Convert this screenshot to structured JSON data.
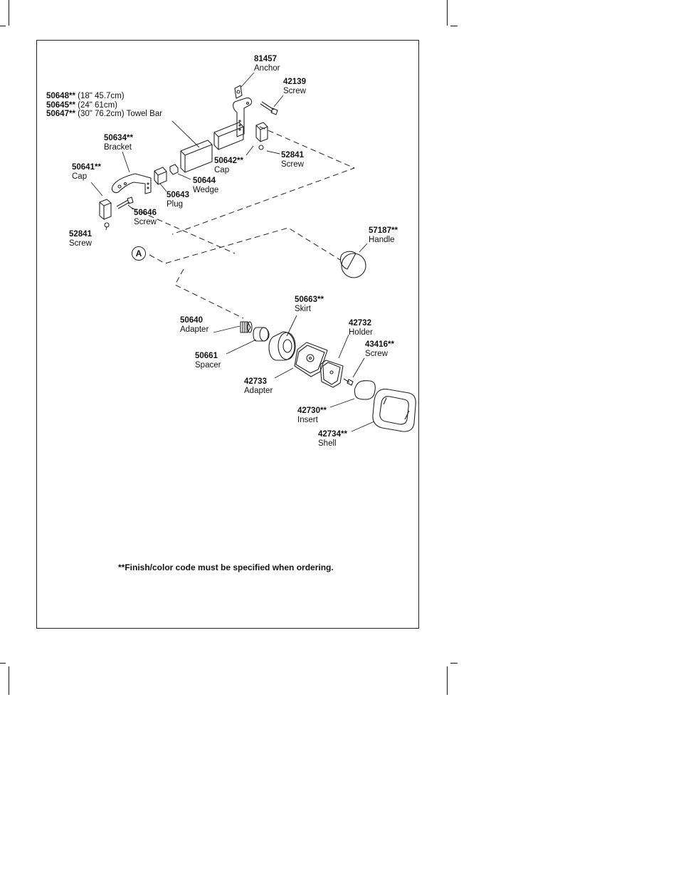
{
  "diagram": {
    "note": "**Finish/color code must be specified when ordering.",
    "circle_marker": "A",
    "towel_bar_lines": [
      {
        "part": "50648**",
        "desc": "(18\" 45.7cm)"
      },
      {
        "part": "50645**",
        "desc": "(24\" 61cm)"
      },
      {
        "part": "50647**",
        "desc": "(30\" 76.2cm) Towel Bar"
      }
    ],
    "parts": {
      "anchor": {
        "number": "81457",
        "name": "Anchor"
      },
      "screw_42139": {
        "number": "42139",
        "name": "Screw"
      },
      "bracket": {
        "number": "50634**",
        "name": "Bracket"
      },
      "cap_50641": {
        "number": "50641**",
        "name": "Cap"
      },
      "cap_50642": {
        "number": "50642**",
        "name": "Cap"
      },
      "screw_52841_right": {
        "number": "52841",
        "name": "Screw"
      },
      "wedge": {
        "number": "50644",
        "name": "Wedge"
      },
      "plug": {
        "number": "50643",
        "name": "Plug"
      },
      "screw_50646": {
        "number": "50646",
        "name": "Screw"
      },
      "screw_52841_left": {
        "number": "52841",
        "name": "Screw"
      },
      "handle": {
        "number": "57187**",
        "name": "Handle"
      },
      "skirt": {
        "number": "50663**",
        "name": "Skirt"
      },
      "adapter_50640": {
        "number": "50640",
        "name": "Adapter"
      },
      "holder": {
        "number": "42732",
        "name": "Holder"
      },
      "screw_43416": {
        "number": "43416**",
        "name": "Screw"
      },
      "spacer": {
        "number": "50661",
        "name": "Spacer"
      },
      "adapter_42733": {
        "number": "42733",
        "name": "Adapter"
      },
      "insert": {
        "number": "42730**",
        "name": "Insert"
      },
      "shell": {
        "number": "42734**",
        "name": "Shell"
      }
    }
  }
}
